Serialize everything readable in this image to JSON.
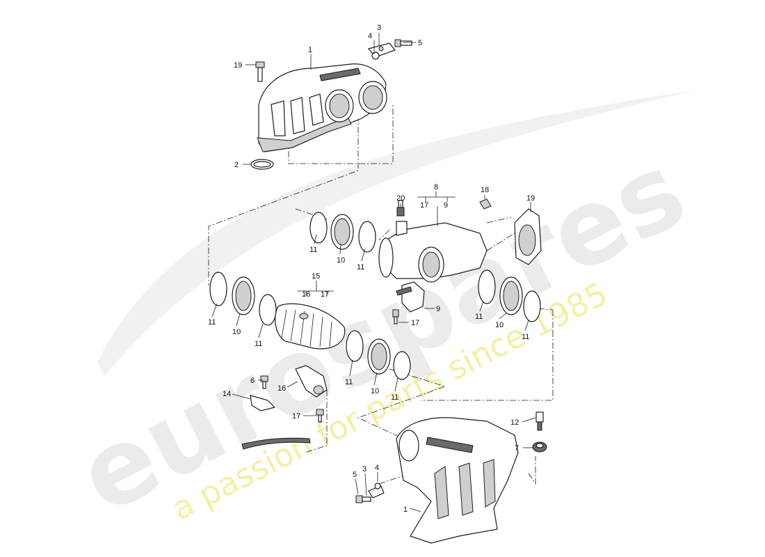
{
  "watermark": {
    "brand": "eurospares",
    "tagline": "a passion for parts since 1985"
  },
  "callouts": [
    {
      "id": "c1a",
      "label": "1"
    },
    {
      "id": "c2",
      "label": "2"
    },
    {
      "id": "c3a",
      "label": "3"
    },
    {
      "id": "c4a",
      "label": "4"
    },
    {
      "id": "c5a",
      "label": "5"
    },
    {
      "id": "c19a",
      "label": "19"
    },
    {
      "id": "c8",
      "label": "8"
    },
    {
      "id": "c17a",
      "label": "17"
    },
    {
      "id": "c9a",
      "label": "9"
    },
    {
      "id": "c20",
      "label": "20"
    },
    {
      "id": "c18",
      "label": "18"
    },
    {
      "id": "c19b",
      "label": "19"
    },
    {
      "id": "c11a",
      "label": "11"
    },
    {
      "id": "c10a",
      "label": "10"
    },
    {
      "id": "c11b",
      "label": "11"
    },
    {
      "id": "c15",
      "label": "15"
    },
    {
      "id": "c16a",
      "label": "16"
    },
    {
      "id": "c17b",
      "label": "17"
    },
    {
      "id": "c11c",
      "label": "11"
    },
    {
      "id": "c10b",
      "label": "10"
    },
    {
      "id": "c11d",
      "label": "11"
    },
    {
      "id": "c9b",
      "label": "9"
    },
    {
      "id": "c17c",
      "label": "17"
    },
    {
      "id": "c11e",
      "label": "11"
    },
    {
      "id": "c10c",
      "label": "10"
    },
    {
      "id": "c11f",
      "label": "11"
    },
    {
      "id": "c11g",
      "label": "11"
    },
    {
      "id": "c10d",
      "label": "10"
    },
    {
      "id": "c11h",
      "label": "11"
    },
    {
      "id": "c6",
      "label": "6"
    },
    {
      "id": "c16b",
      "label": "16"
    },
    {
      "id": "c14",
      "label": "14"
    },
    {
      "id": "c17d",
      "label": "17"
    },
    {
      "id": "c12",
      "label": "12"
    },
    {
      "id": "c7",
      "label": "7"
    },
    {
      "id": "c5b",
      "label": "5"
    },
    {
      "id": "c3b",
      "label": "3"
    },
    {
      "id": "c4b",
      "label": "4"
    },
    {
      "id": "c1b",
      "label": "1"
    }
  ]
}
